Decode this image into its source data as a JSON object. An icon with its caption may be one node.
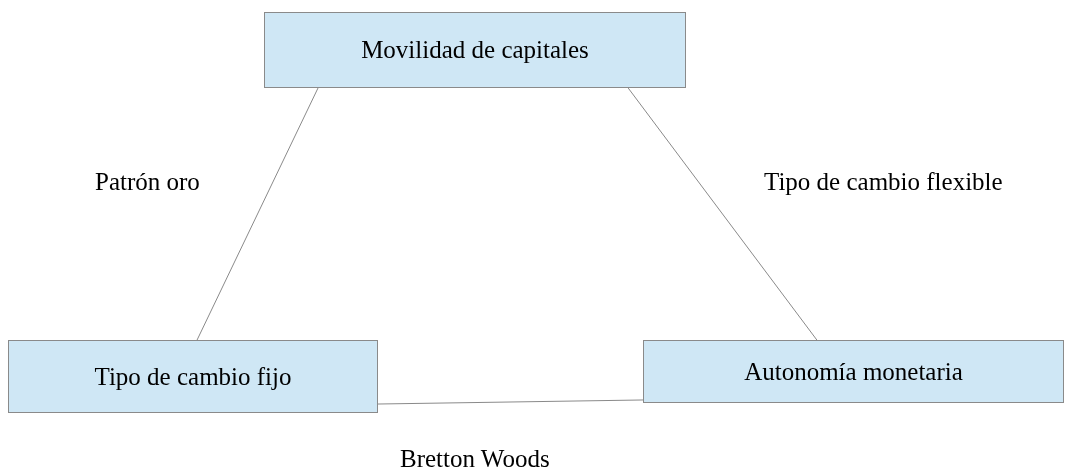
{
  "diagram": {
    "nodes": [
      {
        "text": [
          "Movilidad de capitales"
        ]
      },
      {
        "text": [
          "Tipo de cambio fijo"
        ]
      },
      {
        "text": [
          "Autonomía monetaria"
        ]
      }
    ],
    "edges": [
      {
        "from": 0,
        "to": 1,
        "arrow": "none",
        "label": "Patrón oro"
      },
      {
        "from": 0,
        "to": 2,
        "arrow": "none",
        "label": "Tipo de cambio flexible"
      },
      {
        "from": 1,
        "to": 2,
        "arrow": "none",
        "label": "Bretton Woods"
      }
    ]
  }
}
